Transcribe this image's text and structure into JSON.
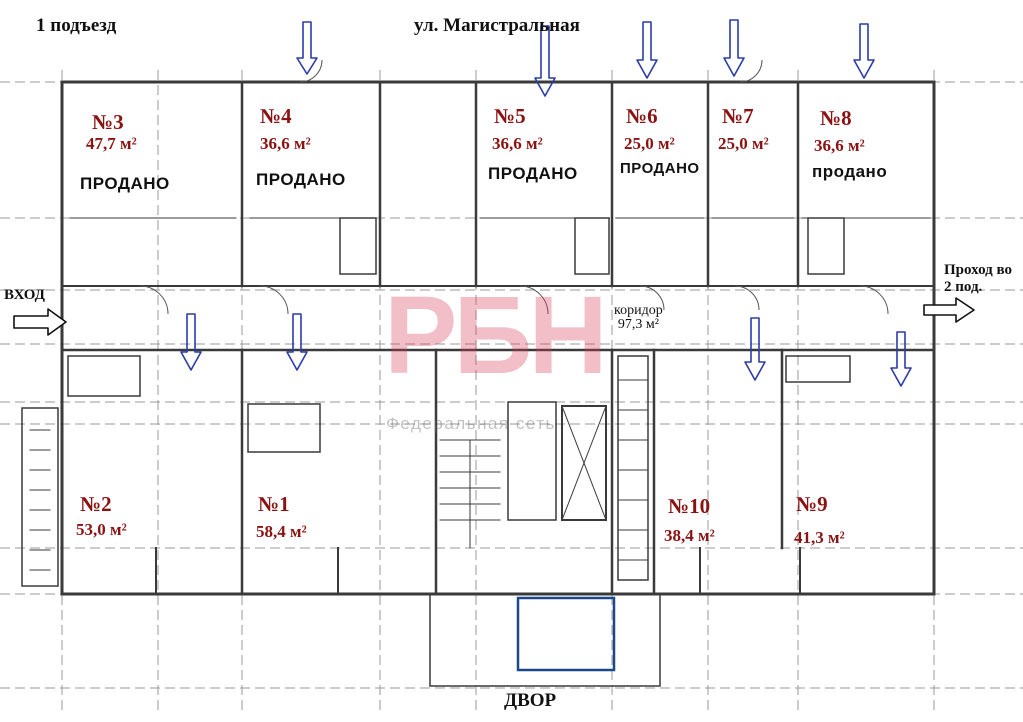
{
  "header": {
    "entrance": "1 подъезд",
    "street": "ул. Магистральная"
  },
  "units": [
    {
      "num": "№3",
      "area": "47,7 м²",
      "status": "ПРОДАНО"
    },
    {
      "num": "№4",
      "area": "36,6 м²",
      "status": "ПРОДАНО"
    },
    {
      "num": "№5",
      "area": "36,6 м²",
      "status": "ПРОДАНО"
    },
    {
      "num": "№6",
      "area": "25,0 м²",
      "status": "ПРОДАНО"
    },
    {
      "num": "№7",
      "area": "25,0 м²",
      "status": ""
    },
    {
      "num": "№8",
      "area": "36,6 м²",
      "status": "продано"
    },
    {
      "num": "№2",
      "area": "53,0 м²",
      "status": ""
    },
    {
      "num": "№1",
      "area": "58,4 м²",
      "status": ""
    },
    {
      "num": "№10",
      "area": "38,4 м²",
      "status": ""
    },
    {
      "num": "№9",
      "area": "41,3 м²",
      "status": ""
    }
  ],
  "labels": {
    "entry": "ВХОД",
    "passage": "Проход во 2 под.",
    "corridor": "коридор",
    "corridor_area": "97,3 м²",
    "yard": "ДВОР"
  },
  "watermark": {
    "logo": "РБН",
    "sub": "Федеральная сеть"
  },
  "colors": {
    "wall": "#3a3a3a",
    "unit_label": "#8b1212",
    "arrow": "#2b3cab",
    "watermark": "#d73c5a"
  }
}
